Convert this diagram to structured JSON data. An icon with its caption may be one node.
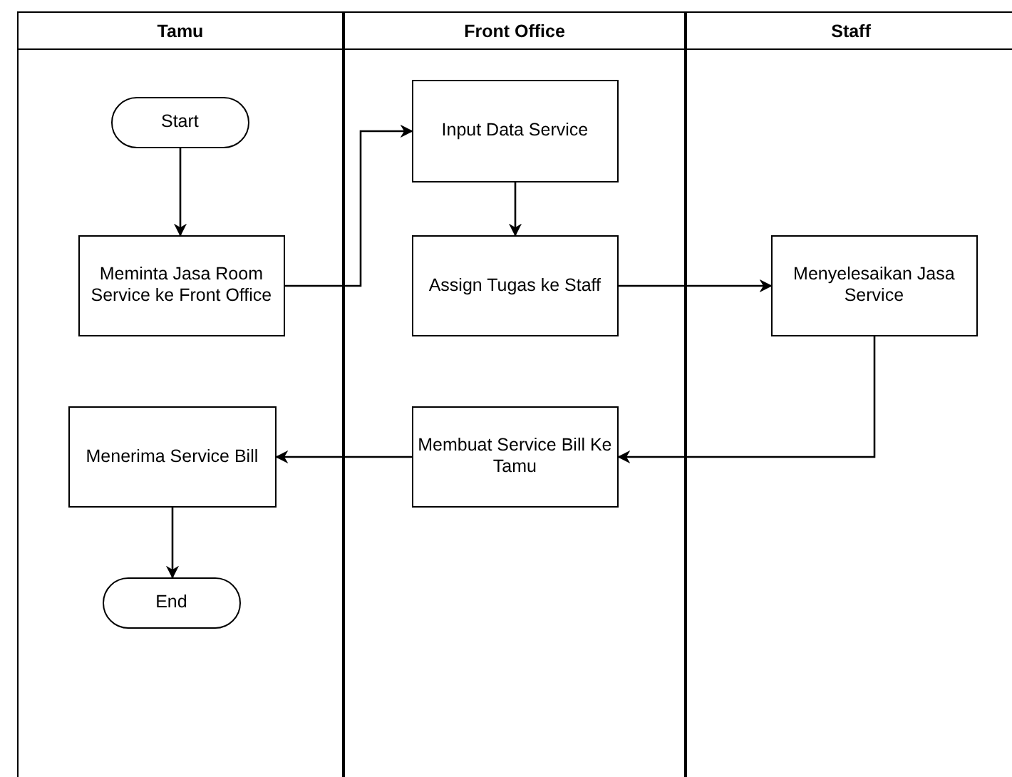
{
  "diagram": {
    "nodes": [
      {
        "text": [
          "Tamu"
        ]
      },
      {
        "text": [
          "Front Office"
        ]
      },
      {
        "text": [
          "Staff"
        ]
      },
      {
        "text": [
          "Start"
        ],
        "in": 0
      },
      {
        "text": [
          "Meminta Jasa Room Service ke Front Office"
        ],
        "in": 0
      },
      {
        "text": [
          "Input Data Service"
        ],
        "in": 1
      },
      {
        "text": [
          "Assign Tugas ke Staff"
        ],
        "in": 1
      },
      {
        "text": [
          "Menyelesaikan Jasa Service"
        ],
        "in": 2
      },
      {
        "text": [
          "Membuat Service Bill Ke Tamu"
        ],
        "in": 1
      },
      {
        "text": [
          "Menerima Service Bill"
        ],
        "in": 0
      },
      {
        "text": [
          "End"
        ],
        "in": 0
      }
    ],
    "edges": [
      {
        "from": 3,
        "to": 4,
        "arrow": "to"
      },
      {
        "from": 4,
        "to": 5,
        "arrow": "to"
      },
      {
        "from": 5,
        "to": 6,
        "arrow": "to"
      },
      {
        "from": 6,
        "to": 7,
        "arrow": "to"
      },
      {
        "from": 7,
        "to": 8,
        "arrow": "to"
      },
      {
        "from": 8,
        "to": 9,
        "arrow": "to"
      },
      {
        "from": 9,
        "to": 10,
        "arrow": "to"
      }
    ]
  }
}
